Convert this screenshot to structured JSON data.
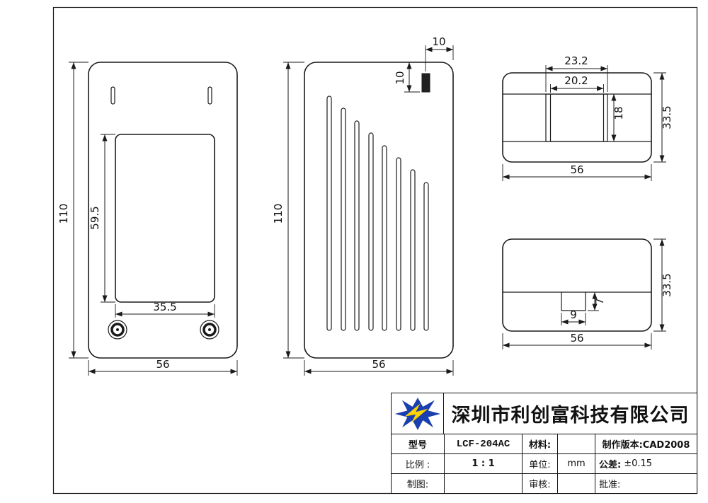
{
  "drawing": {
    "front_view": {
      "overall_height": "110",
      "overall_width": "56",
      "opening_height": "59.5",
      "opening_width": "35.5"
    },
    "vent_view": {
      "overall_height": "110",
      "overall_width": "56",
      "top_slot_width": "10",
      "top_slot_offset": "10"
    },
    "top_view": {
      "flange_width": "23.2",
      "opening_width": "20.2",
      "opening_height": "18",
      "overall_depth": "33.5",
      "overall_width": "56"
    },
    "bottom_view": {
      "notch_width": "9",
      "notch_depth": "7",
      "overall_depth": "33.5",
      "overall_width": "56"
    }
  },
  "title_block": {
    "company_name": "深圳市利创富科技有限公司",
    "model_label": "型号",
    "model_value": "LCF-204AC",
    "material_label": "材料:",
    "material_value": "",
    "version_text": "制作版本:CAD2008",
    "scale_label": "比例 :",
    "scale_value": "1 : 1",
    "unit_label": "单位:",
    "unit_value": "mm",
    "tolerance_label": "公差:",
    "tolerance_value": "±0.15",
    "drafter_label": "制图:",
    "drafter_value": "",
    "auditor_label": "审核:",
    "auditor_value": "",
    "approver_label": "批准:",
    "approver_value": ""
  },
  "colors": {
    "line": "#1a1a1a",
    "logo_blue": "#1a3fae",
    "logo_yellow": "#ffd400"
  }
}
